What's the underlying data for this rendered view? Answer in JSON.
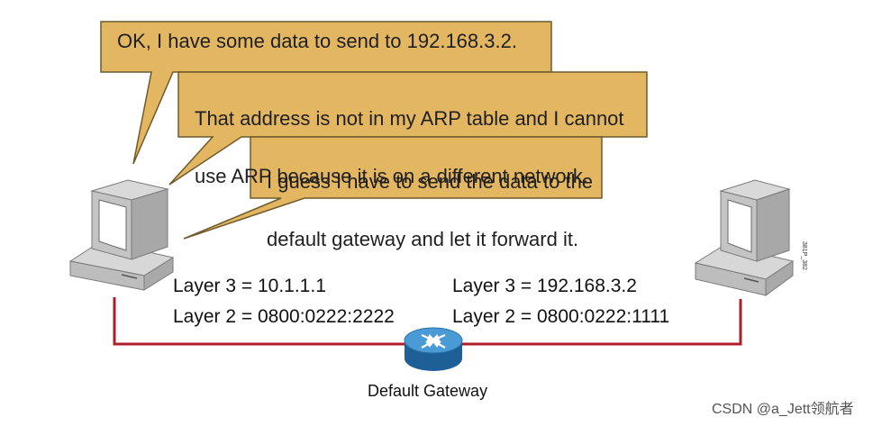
{
  "bubbles": [
    {
      "text": "OK, I have some data to send to 192.168.3.2."
    },
    {
      "line1": "That address is not in my ARP table and I cannot",
      "line2": "use ARP because it is on a different network."
    },
    {
      "line1": "I guess I have to send the data to the",
      "line2": "default gateway and let it forward it."
    }
  ],
  "left_host": {
    "layer3": "Layer 3 = 10.1.1.1",
    "layer2": "Layer 2 = 0800:0222:2222"
  },
  "right_host": {
    "layer3": "Layer 3 = 192.168.3.2",
    "layer2": "Layer 2 = 0800:0222:1111"
  },
  "router": {
    "label": "Default Gateway"
  },
  "figure_code": "381P_382",
  "watermark": "CSDN @a_Jett领航者",
  "colors": {
    "bubble_fill": "#e3b662",
    "bubble_stroke": "#6f5a2a",
    "link": "#b01e2a",
    "router": "#2f7fbf"
  }
}
